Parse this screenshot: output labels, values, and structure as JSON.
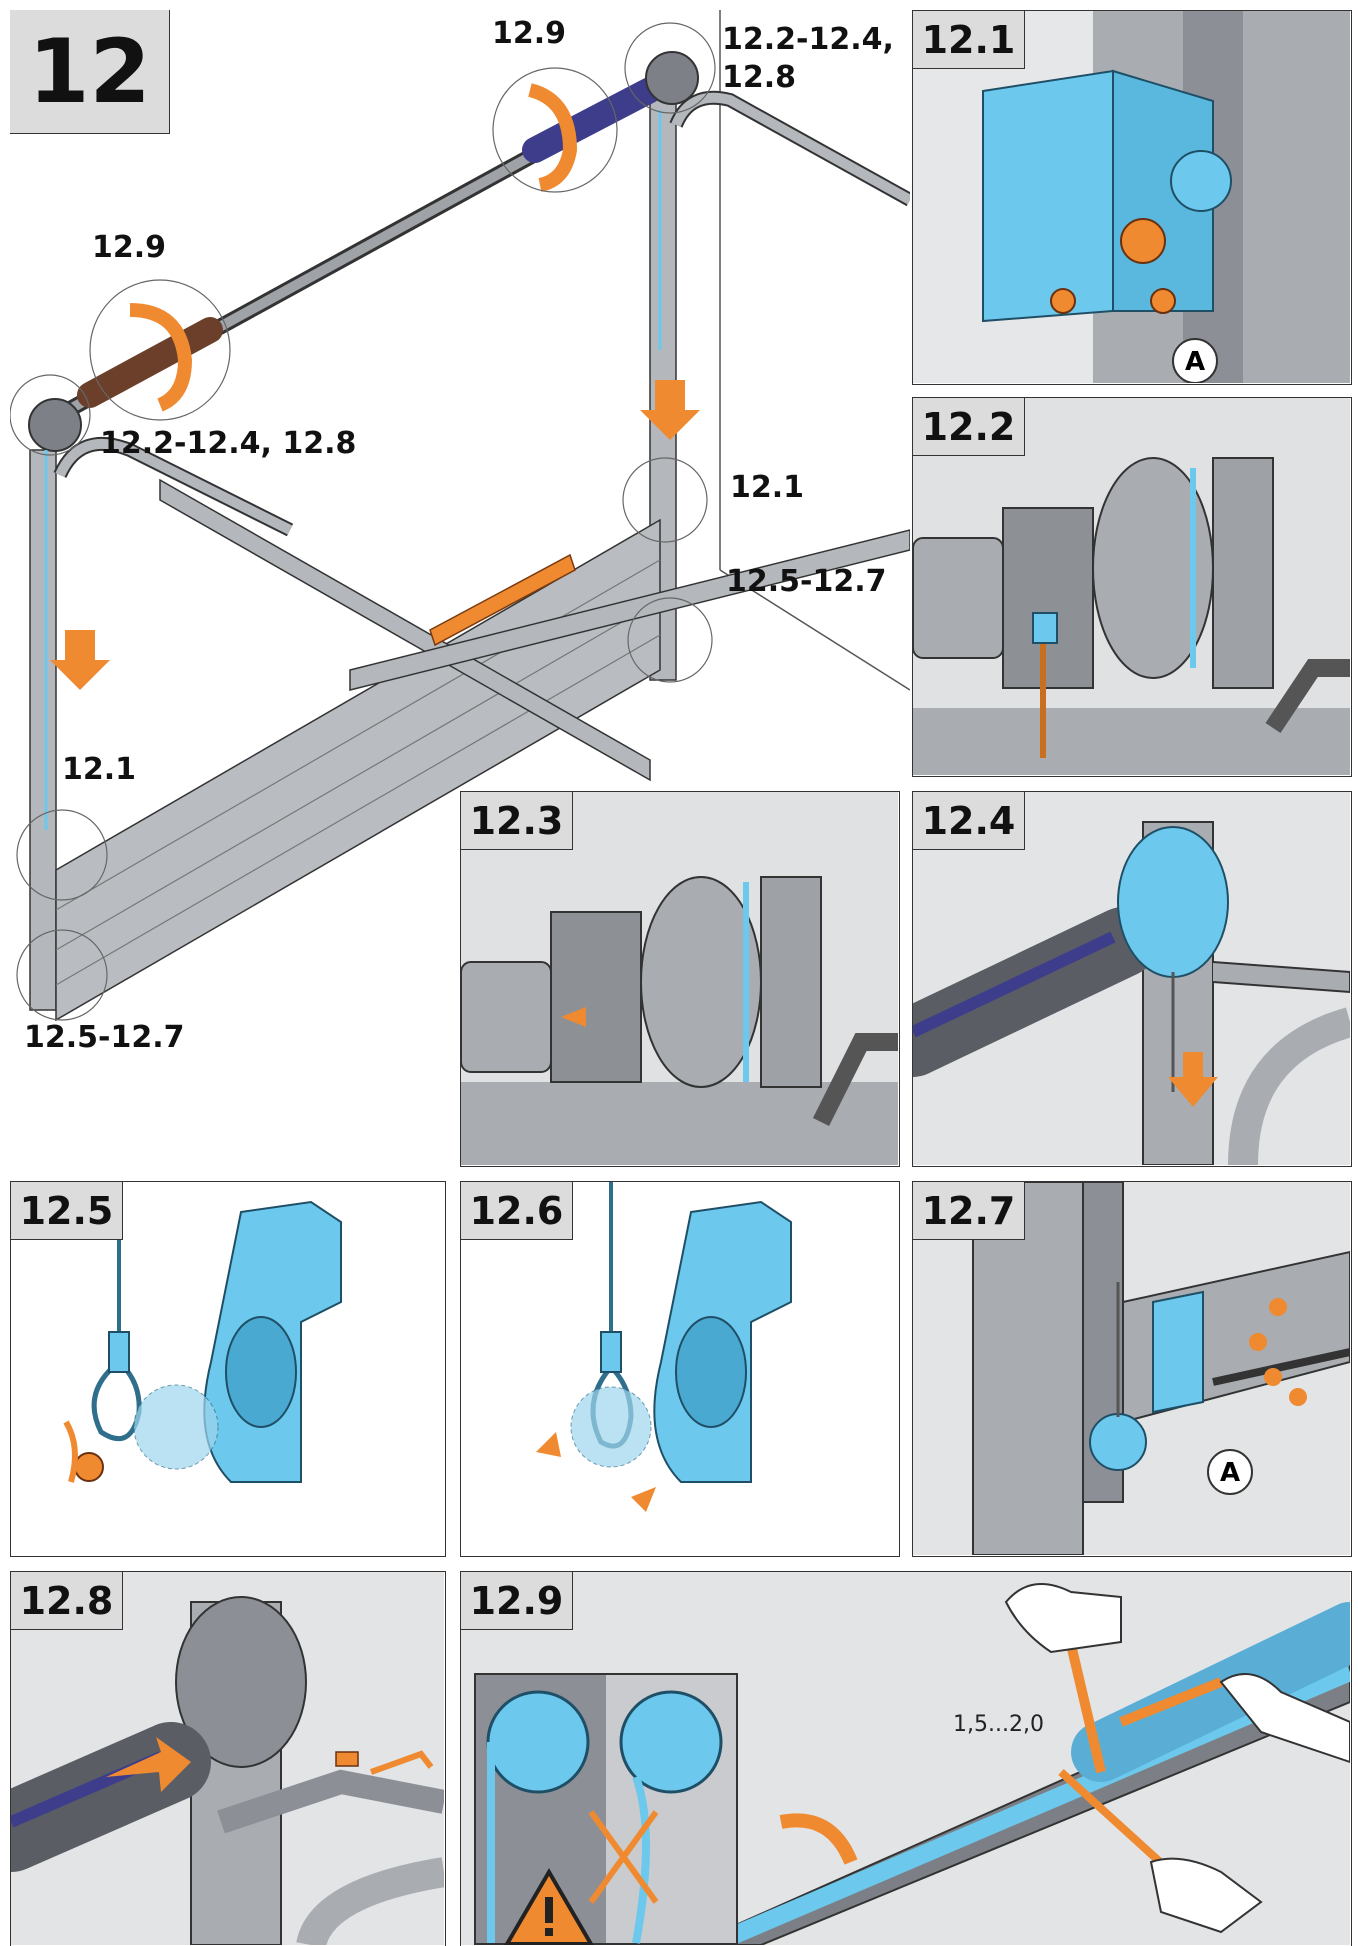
{
  "main": {
    "step": "12",
    "callouts": {
      "right_top_spring": "12.9",
      "right_top_drum_l1": "12.2-12.4,",
      "right_top_drum_l2": "12.8",
      "left_spring": "12.9",
      "left_drum": "12.2-12.4, 12.8",
      "right_bracket": "12.1",
      "right_bottom": "12.5-12.7",
      "left_bracket": "12.1",
      "left_bottom": "12.5-12.7"
    }
  },
  "panels": {
    "p12_1": {
      "label": "12.1",
      "marker": "A"
    },
    "p12_2": {
      "label": "12.2"
    },
    "p12_3": {
      "label": "12.3"
    },
    "p12_4": {
      "label": "12.4"
    },
    "p12_5": {
      "label": "12.5"
    },
    "p12_6": {
      "label": "12.6"
    },
    "p12_7": {
      "label": "12.7",
      "marker": "A"
    },
    "p12_8": {
      "label": "12.8"
    },
    "p12_9": {
      "label": "12.9",
      "turns": "1,5...2,0"
    }
  },
  "colors": {
    "blue": "#6cc8ec",
    "orange": "#f08a30",
    "gray": "#a9adb2",
    "dark": "#3a3d42",
    "light": "#e2e4e6"
  },
  "icons": [
    "warning-icon",
    "rotate-arrow-icon",
    "down-arrow-icon"
  ]
}
